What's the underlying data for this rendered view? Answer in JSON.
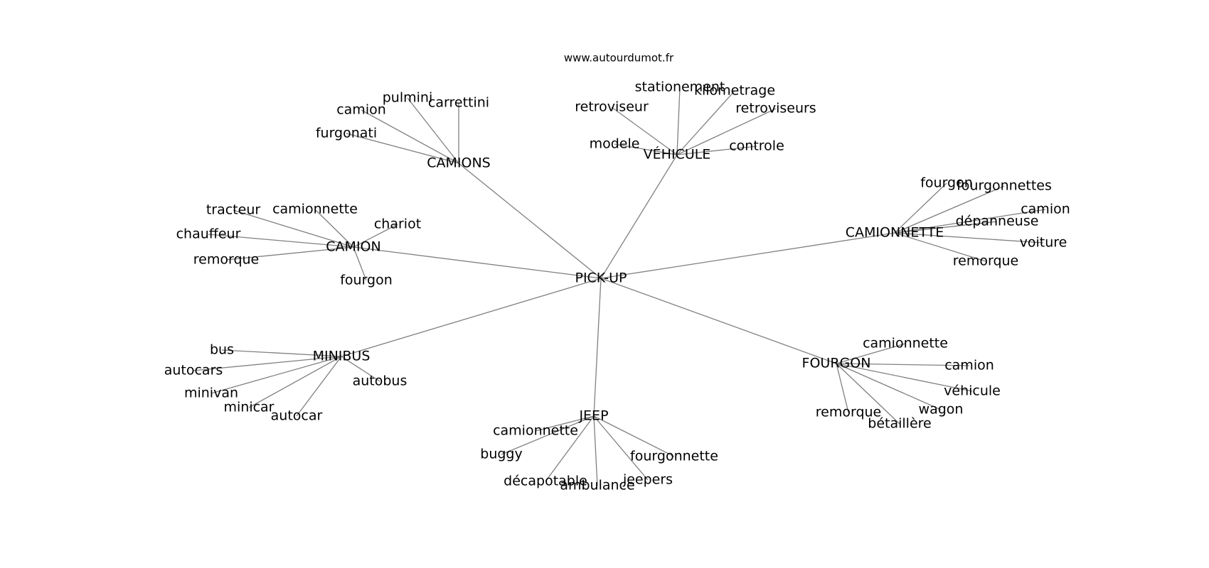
{
  "source": "www.autourdumot.fr",
  "colors": {
    "edge": "#808080",
    "text": "#000000",
    "background": "#ffffff"
  },
  "graph": {
    "center": "PICK-UP",
    "hubs": [
      {
        "label": "CAMIONS",
        "leaves": [
          "camion",
          "pulmini",
          "carrettini",
          "furgonati"
        ]
      },
      {
        "label": "VÉHICULE",
        "leaves": [
          "stationement",
          "kilometrage",
          "retroviseur",
          "retroviseurs",
          "modele",
          "controle"
        ]
      },
      {
        "label": "CAMION",
        "leaves": [
          "tracteur",
          "camionnette",
          "chariot",
          "chauffeur",
          "remorque",
          "fourgon"
        ]
      },
      {
        "label": "CAMIONNETTE",
        "leaves": [
          "fourgon",
          "fourgonnettes",
          "camion",
          "dépanneuse",
          "voiture",
          "remorque"
        ]
      },
      {
        "label": "MINIBUS",
        "leaves": [
          "bus",
          "autocars",
          "autobus",
          "minivan",
          "minicar",
          "autocar"
        ]
      },
      {
        "label": "FOURGON",
        "leaves": [
          "camionnette",
          "camion",
          "véhicule",
          "wagon",
          "remorque",
          "bétaillère"
        ]
      },
      {
        "label": "JEEP",
        "leaves": [
          "camionnette",
          "buggy",
          "fourgonnette",
          "décapotable",
          "ambulance",
          "jeepers"
        ]
      }
    ]
  }
}
